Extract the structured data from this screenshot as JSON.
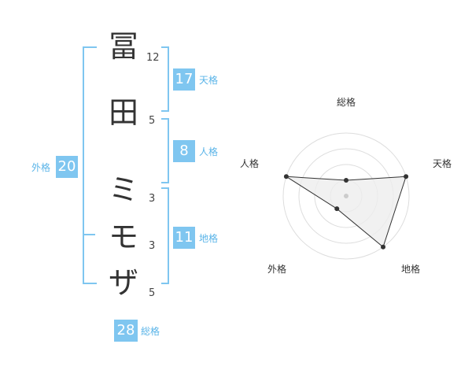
{
  "name": {
    "chars": [
      "冨",
      "田",
      "ミ",
      "モ",
      "ザ"
    ],
    "strokes": [
      "12",
      "5",
      "3",
      "3",
      "5"
    ]
  },
  "kakusu": {
    "tenkaku": {
      "value": "17",
      "label": "天格"
    },
    "jinkaku": {
      "value": "8",
      "label": "人格"
    },
    "chikaku": {
      "value": "11",
      "label": "地格"
    },
    "gaikaku": {
      "value": "20",
      "label": "外格"
    },
    "soukaku": {
      "value": "28",
      "label": "総格"
    }
  },
  "colors": {
    "accent": "#7fc6f0",
    "label_text": "#5ab4e8",
    "radar_fill": "#eeeeee",
    "radar_line": "#333333"
  },
  "chart_data": {
    "type": "radar",
    "axes": [
      "総格",
      "天格",
      "地格",
      "外格",
      "人格"
    ],
    "values": [
      1,
      4,
      4,
      1,
      4
    ],
    "range": [
      0,
      4
    ],
    "rings": 4
  }
}
